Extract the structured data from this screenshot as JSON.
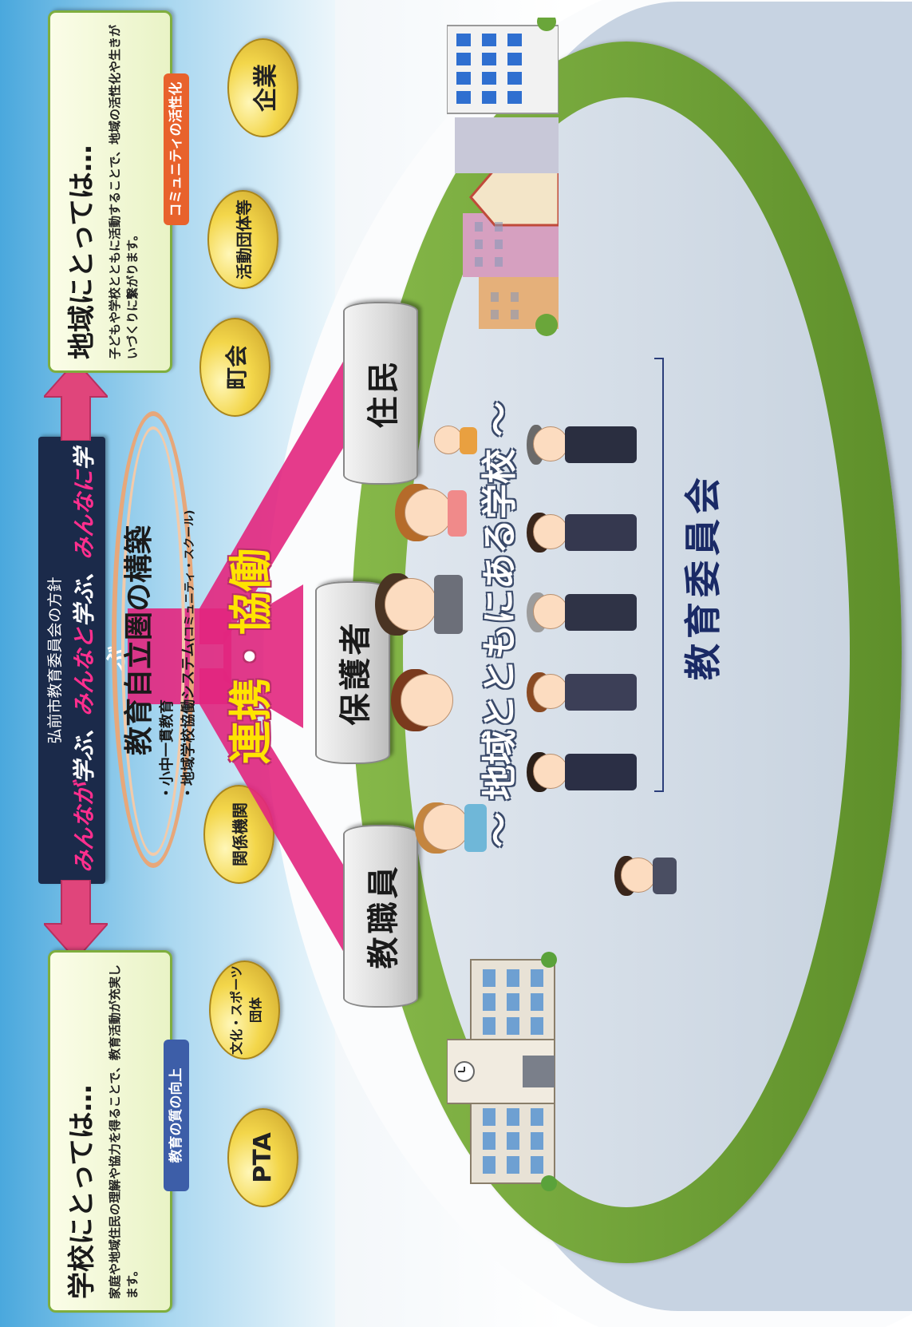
{
  "policy": {
    "heading": "弘前市教育委員会の方針",
    "slogan": [
      {
        "text": "みんなが",
        "color": "#e4007f"
      },
      {
        "text": "学ぶ、",
        "color": "#ffffff"
      },
      {
        "text": "みんなと",
        "color": "#e4007f"
      },
      {
        "text": "学ぶ、",
        "color": "#ffffff"
      },
      {
        "text": "みんなに",
        "color": "#e4007f"
      },
      {
        "text": "学ぶ",
        "color": "#ffffff"
      }
    ]
  },
  "school_side": {
    "title": "学校にとっては…",
    "body": "家庭や地域住民の理解や協力を得ることで、教育活動が充実します。",
    "tag": "教育の質の向上",
    "tag_color": "#3d5ea8"
  },
  "region_side": {
    "title": "地域にとっては…",
    "body": "子どもや学校とともに活動することで、地域の活性化や生きがいづくりに繋がります。",
    "tag": "コミュニティの活性化",
    "tag_color": "#e8622c"
  },
  "construction": {
    "title_a": "教育自立圏",
    "title_b": "の構築",
    "bullet1": "・小中一貫教育",
    "bullet2": "・地域学校協働システム",
    "bullet2_note": "(コミュニティ・スクール)"
  },
  "cooperation": {
    "part1": "連携",
    "dot": "・",
    "part2": "協働"
  },
  "groups_left": [
    "PTA",
    "文化・スポーツ団体",
    "関係機関"
  ],
  "groups_right": [
    "町会",
    "活動団体等",
    "企業"
  ],
  "stakeholders": [
    "教職員",
    "保護者",
    "住民"
  ],
  "center_title": "～ 地域とともにある学校 ～",
  "board": "教育委員会",
  "colors": {
    "magenta": "#e4007f",
    "arrow": "#e0457b",
    "navy": "#1b2a4a",
    "green": "#6f9e35",
    "sky": "#8fc6e8"
  },
  "icons": [
    "school-building-icon",
    "city-buildings-icon",
    "person-illustration-icon"
  ]
}
